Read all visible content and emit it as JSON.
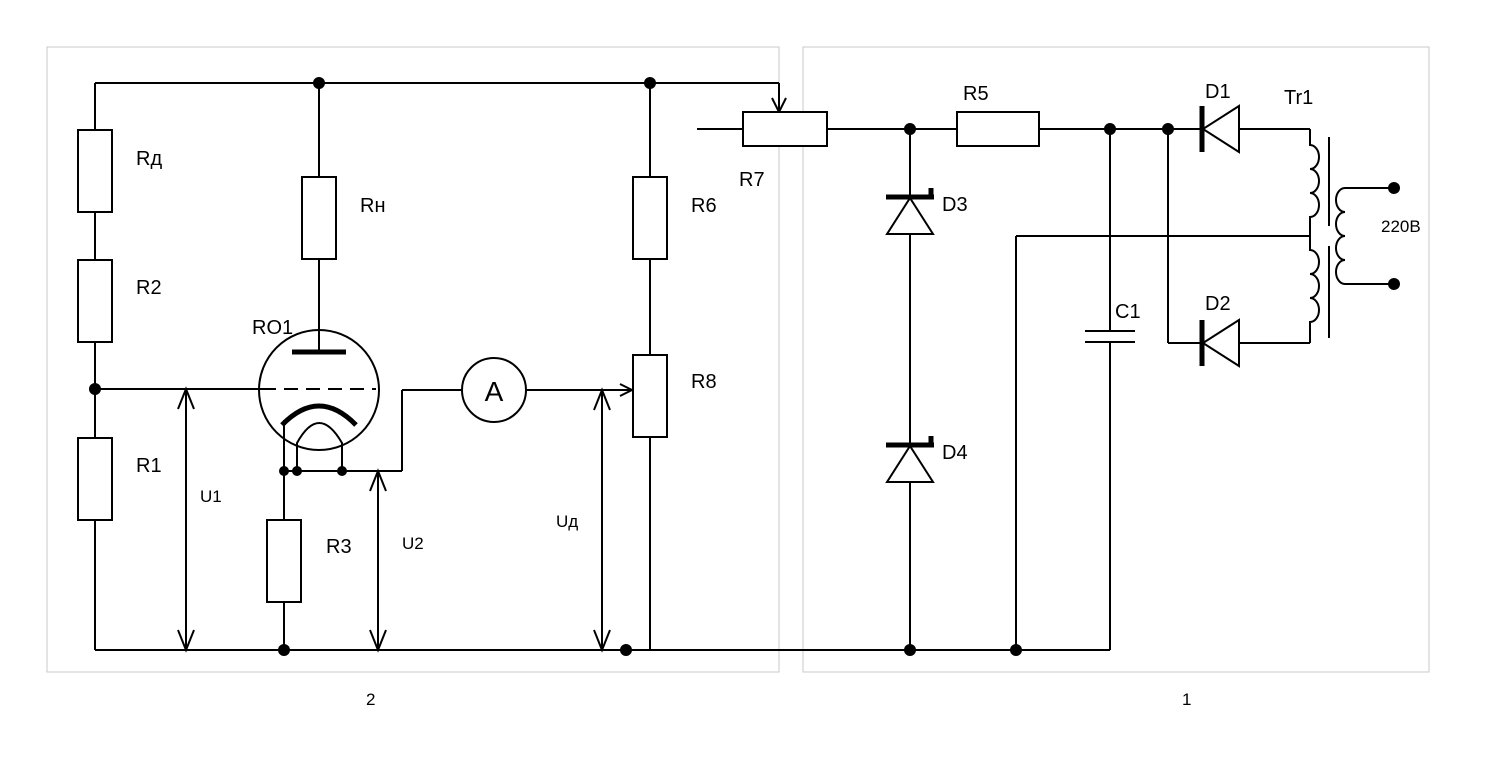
{
  "blocks": {
    "left_number": "2",
    "right_number": "1"
  },
  "components": {
    "rd": "Rд",
    "r2": "R2",
    "r1": "R1",
    "rn": "Rн",
    "ro1": "RO1",
    "r3": "R3",
    "r6": "R6",
    "r7": "R7",
    "r8": "R8",
    "r5": "R5",
    "c1": "C1",
    "d1": "D1",
    "d2": "D2",
    "d3": "D3",
    "d4": "D4",
    "tr1": "Tr1",
    "ammeter": "A"
  },
  "voltages": {
    "u1": "U1",
    "u2": "U2",
    "ud": "Uд",
    "mains": "220В"
  }
}
